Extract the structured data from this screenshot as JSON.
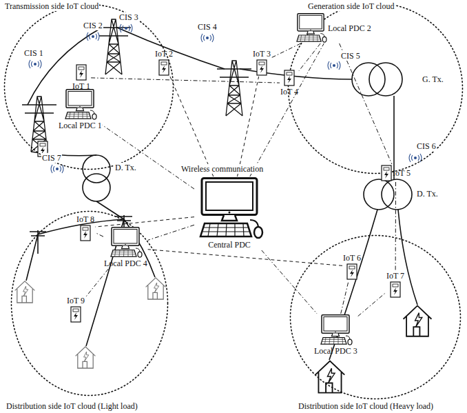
{
  "diagram": {
    "nodes": [
      {
        "text": [
          "Transmission side IoT cloud"
        ]
      },
      {
        "text": [
          "Generation side IoT cloud"
        ]
      },
      {
        "text": [
          "Distribution side IoT cloud (Light load)"
        ]
      },
      {
        "text": [
          "Distribution side IoT cloud (Heavy load)"
        ]
      },
      {
        "text": [
          "Central PDC"
        ]
      },
      {
        "text": [
          "Local PDC 1"
        ],
        "in": 0
      },
      {
        "text": [
          "Local PDC 2"
        ],
        "in": 1
      },
      {
        "text": [
          "Local PDC 3"
        ],
        "in": 3
      },
      {
        "text": [
          "Local PDC 4"
        ],
        "in": 2
      },
      {
        "text": [
          "IoT 1"
        ],
        "in": 0
      },
      {
        "text": [
          "IoT 2"
        ]
      },
      {
        "text": [
          "IoT 3"
        ]
      },
      {
        "text": [
          "IoT 4"
        ],
        "in": 1
      },
      {
        "text": [
          "IoT 5"
        ],
        "in": 1
      },
      {
        "text": [
          "IoT 6"
        ],
        "in": 3
      },
      {
        "text": [
          "IoT 7"
        ],
        "in": 3
      },
      {
        "text": [
          "IoT 8"
        ],
        "in": 2
      },
      {
        "text": [
          "IoT 9"
        ],
        "in": 2
      }
    ],
    "edges": [
      {
        "from": 4,
        "to": 5,
        "arrow": "none"
      },
      {
        "from": 4,
        "to": 10,
        "arrow": "none"
      },
      {
        "from": 4,
        "to": 11,
        "arrow": "none"
      },
      {
        "from": 4,
        "to": 6,
        "arrow": "none"
      },
      {
        "from": 4,
        "to": 7,
        "arrow": "none"
      },
      {
        "from": 4,
        "to": 8,
        "arrow": "none"
      },
      {
        "from": 4,
        "to": 16,
        "arrow": "none"
      },
      {
        "from": 5,
        "to": 9,
        "arrow": "none"
      },
      {
        "from": 9,
        "to": 12,
        "arrow": "none"
      },
      {
        "from": 6,
        "to": 11,
        "arrow": "none"
      },
      {
        "from": 6,
        "to": 12,
        "arrow": "none"
      },
      {
        "from": 6,
        "to": 13,
        "arrow": "none"
      },
      {
        "from": 7,
        "to": 14,
        "arrow": "none"
      },
      {
        "from": 7,
        "to": 15,
        "arrow": "none"
      },
      {
        "from": 13,
        "to": 15,
        "arrow": "none"
      },
      {
        "from": 8,
        "to": 16,
        "arrow": "none"
      },
      {
        "from": 8,
        "to": 17,
        "arrow": "none"
      },
      {
        "from": 14,
        "to": 8,
        "arrow": "none"
      }
    ],
    "labels": [
      "Wireless communication",
      "CIS 1",
      "CIS 2",
      "CIS 3",
      "CIS 4",
      "CIS 5",
      "CIS 6",
      "CIS 7",
      "G. Tx.",
      "D. Tx.",
      "D. Tx."
    ]
  }
}
